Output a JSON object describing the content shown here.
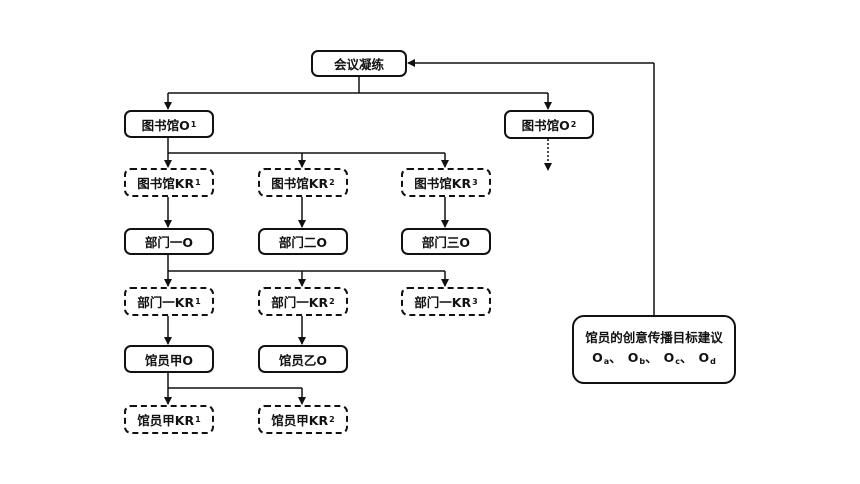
{
  "nodes": {
    "meeting": "会议凝练",
    "library1": {
      "text": "图书馆O",
      "sub": "1"
    },
    "library2": {
      "text": "图书馆O",
      "sub": "2"
    },
    "kr1": {
      "text": "图书馆KR",
      "sub": "1"
    },
    "kr2": {
      "text": "图书馆KR",
      "sub": "2"
    },
    "kr3": {
      "text": "图书馆KR",
      "sub": "3"
    },
    "dept1": "部门一O",
    "dept2": "部门二O",
    "dept3": "部门三O",
    "dkr1": {
      "text": "部门一KR",
      "sub": "1"
    },
    "dkr2": {
      "text": "部门一KR",
      "sub": "2"
    },
    "dkr3": {
      "text": "部门一KR",
      "sub": "3"
    },
    "staffA": "馆员甲O",
    "staffB": "馆员乙O",
    "skr1": {
      "text": "馆员甲KR",
      "sub": "1"
    },
    "skr2": {
      "text": "馆员甲KR",
      "sub": "2"
    },
    "creative": {
      "title": "馆员的创意传播目标建议",
      "items": [
        {
          "text": "O",
          "sub": "a",
          "sep": "、"
        },
        {
          "text": "O",
          "sub": "b",
          "sep": "、"
        },
        {
          "text": "O",
          "sub": "c",
          "sep": "、"
        },
        {
          "text": "O",
          "sub": "d",
          "sep": ""
        }
      ]
    }
  }
}
